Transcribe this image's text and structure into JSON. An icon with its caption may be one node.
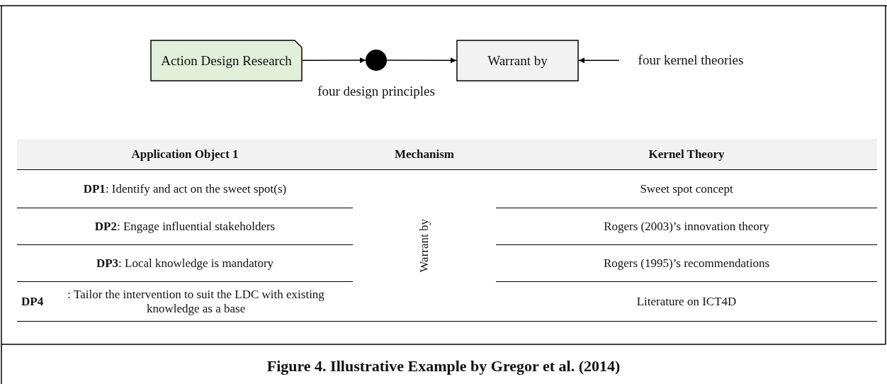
{
  "diagram": {
    "caption": "Figure 4. Illustrative Example by Gregor et al. (2014)",
    "nodes": [
      {
        "text": [
          "Action Design Research"
        ]
      },
      {
        "text": [],
        "shape": "circle",
        "beside": [
          "four design principles"
        ]
      },
      {
        "text": [
          "Warrant by"
        ]
      },
      {
        "text": [
          "four kernel theories"
        ]
      }
    ],
    "edges": [
      {
        "from": 0,
        "to": 1,
        "arrow": "to"
      },
      {
        "from": 1,
        "to": 2,
        "arrow": "to"
      },
      {
        "from": 3,
        "to": 2,
        "arrow": "to"
      }
    ],
    "labels": [
      "Application Object 1",
      "Mechanism",
      "Kernel Theory",
      "**DP1**: Identify and act on the sweet spot(s)",
      "Warrant by",
      "Sweet spot concept",
      "**DP2**: Engage influential stakeholders",
      "Rogers (2003)’s innovation theory",
      "**DP3**: Local knowledge is mandatory",
      "Rogers (1995)’s recommendations",
      "**DP4**: Tailor the intervention to suit the LDC with existing knowledge as a base",
      "Literature on ICT4D"
    ]
  }
}
